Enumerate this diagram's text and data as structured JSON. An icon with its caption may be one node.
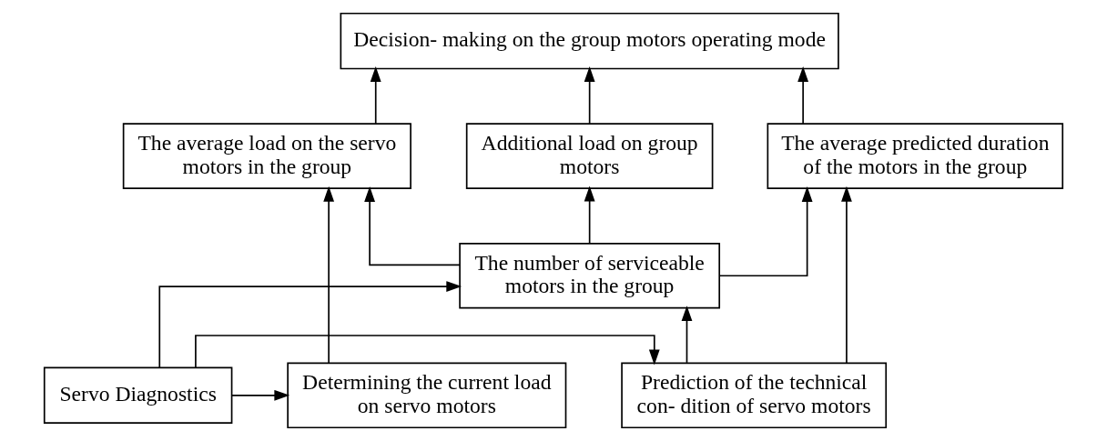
{
  "diagram": {
    "nodes": [
      {
        "text": [
          "Decision- making on the group motors operating mode"
        ]
      },
      {
        "text": [
          "The average predicted duration of the motors in the group"
        ]
      },
      {
        "text": [
          "Additional load on group motors"
        ]
      },
      {
        "text": [
          "The average load on the servo motors in the group"
        ]
      },
      {
        "text": [
          "The number of serviceable motors in the group"
        ]
      },
      {
        "text": [
          "Prediction of the technical con- dition of servo motors"
        ]
      },
      {
        "text": [
          "Servo Diagnostics"
        ]
      },
      {
        "text": [
          "Determining the current load on servo motors"
        ]
      }
    ],
    "edges": [
      {
        "from": 1,
        "to": 0,
        "arrow": "to"
      },
      {
        "from": 2,
        "to": 0,
        "arrow": "to"
      },
      {
        "from": 3,
        "to": 0,
        "arrow": "to"
      },
      {
        "from": 4,
        "to": 2,
        "arrow": "to"
      },
      {
        "from": 4,
        "to": 1,
        "arrow": "to"
      },
      {
        "from": 4,
        "to": 3,
        "arrow": "to"
      },
      {
        "from": 5,
        "to": 1,
        "arrow": "to"
      },
      {
        "from": 5,
        "to": 4,
        "arrow": "to"
      },
      {
        "from": 6,
        "to": 4,
        "arrow": "to"
      },
      {
        "from": 6,
        "to": 5,
        "arrow": "to"
      },
      {
        "from": 6,
        "to": 7,
        "arrow": "to"
      },
      {
        "from": 7,
        "to": 3,
        "arrow": "to"
      }
    ]
  }
}
